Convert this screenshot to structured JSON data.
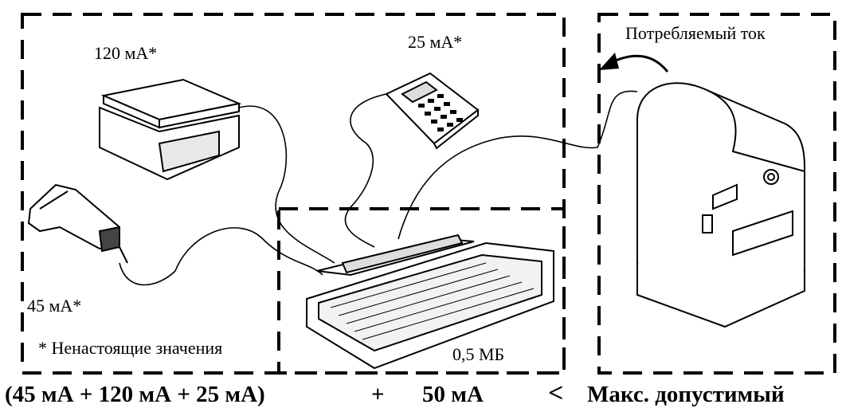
{
  "labels": {
    "scale_current": "120 мА*",
    "calculator_current": "25 мА*",
    "scanner_current": "45 мА*",
    "consumed_current": "Потребляемый ток",
    "footnote": "* Ненастоящие значения",
    "terminal_value": "0,5 МБ"
  },
  "formula": {
    "sum": "(45 мА + 120 мА + 25 мА)",
    "plus": "+",
    "terminal_current": "50 мА",
    "less_than": "<",
    "max_allowed": "Макс. допустимый"
  }
}
